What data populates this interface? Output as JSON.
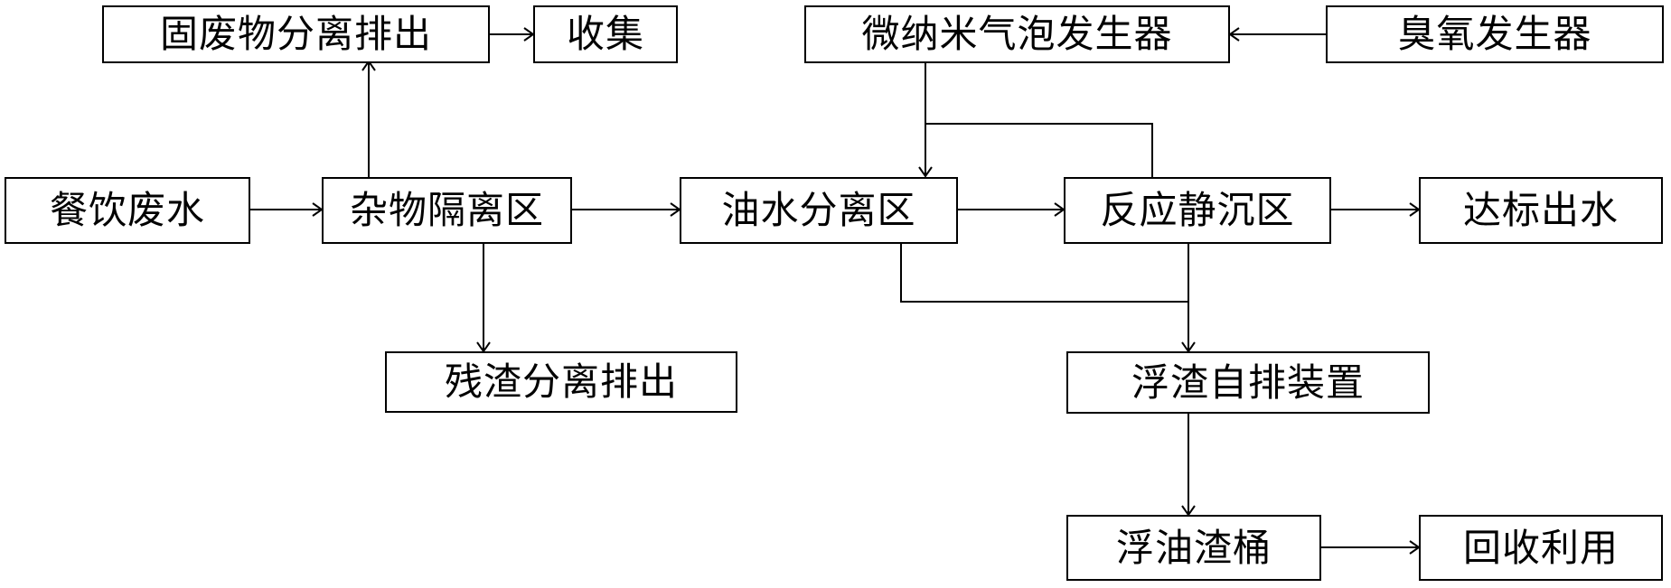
{
  "nodes": {
    "solid_waste": "固废物分离排出",
    "collect": "收集",
    "micro_bubble": "微纳米气泡发生器",
    "ozone": "臭氧发生器",
    "catering_water": "餐饮废水",
    "debris_zone": "杂物隔离区",
    "oil_water_zone": "油水分离区",
    "reaction_zone": "反应静沉区",
    "effluent": "达标出水",
    "residue": "残渣分离排出",
    "scum_device": "浮渣自排装置",
    "oil_bucket": "浮油渣桶",
    "recycle": "回收利用"
  },
  "colors": {
    "line": "#000000",
    "box_border": "#000000",
    "background": "#ffffff"
  }
}
